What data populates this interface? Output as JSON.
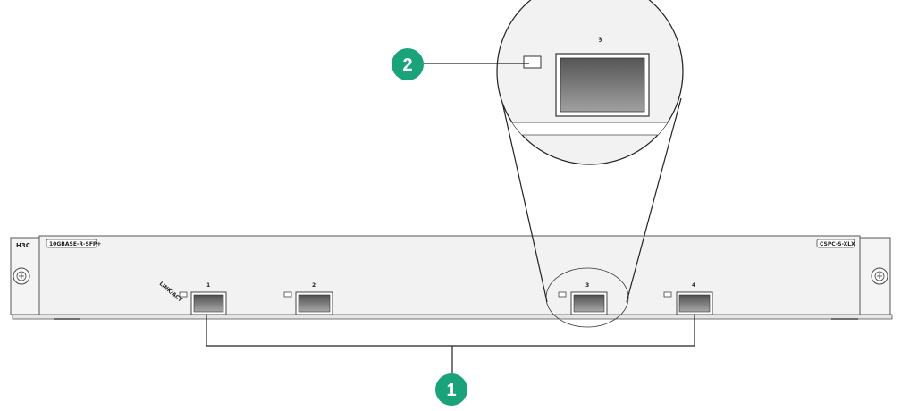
{
  "card": {
    "brand_mark": "H3C",
    "model_label": "10GBASE-R-SFP+",
    "right_label": "CSPC-S-XLX",
    "status_led_label": "LINK/ACT",
    "port_numbers": [
      "1",
      "2",
      "3",
      "4"
    ]
  },
  "magnifier": {
    "port_number": "3"
  },
  "callouts": [
    {
      "number": "1",
      "color": "#1aa37a"
    },
    {
      "number": "2",
      "color": "#1aa37a"
    }
  ],
  "colors": {
    "panel_fill": "#f2f2f2",
    "panel_stroke": "#555555",
    "callout_green": "#1aa37a",
    "port_dark": "#5a5a5a",
    "port_light": "#9a9a9a"
  }
}
